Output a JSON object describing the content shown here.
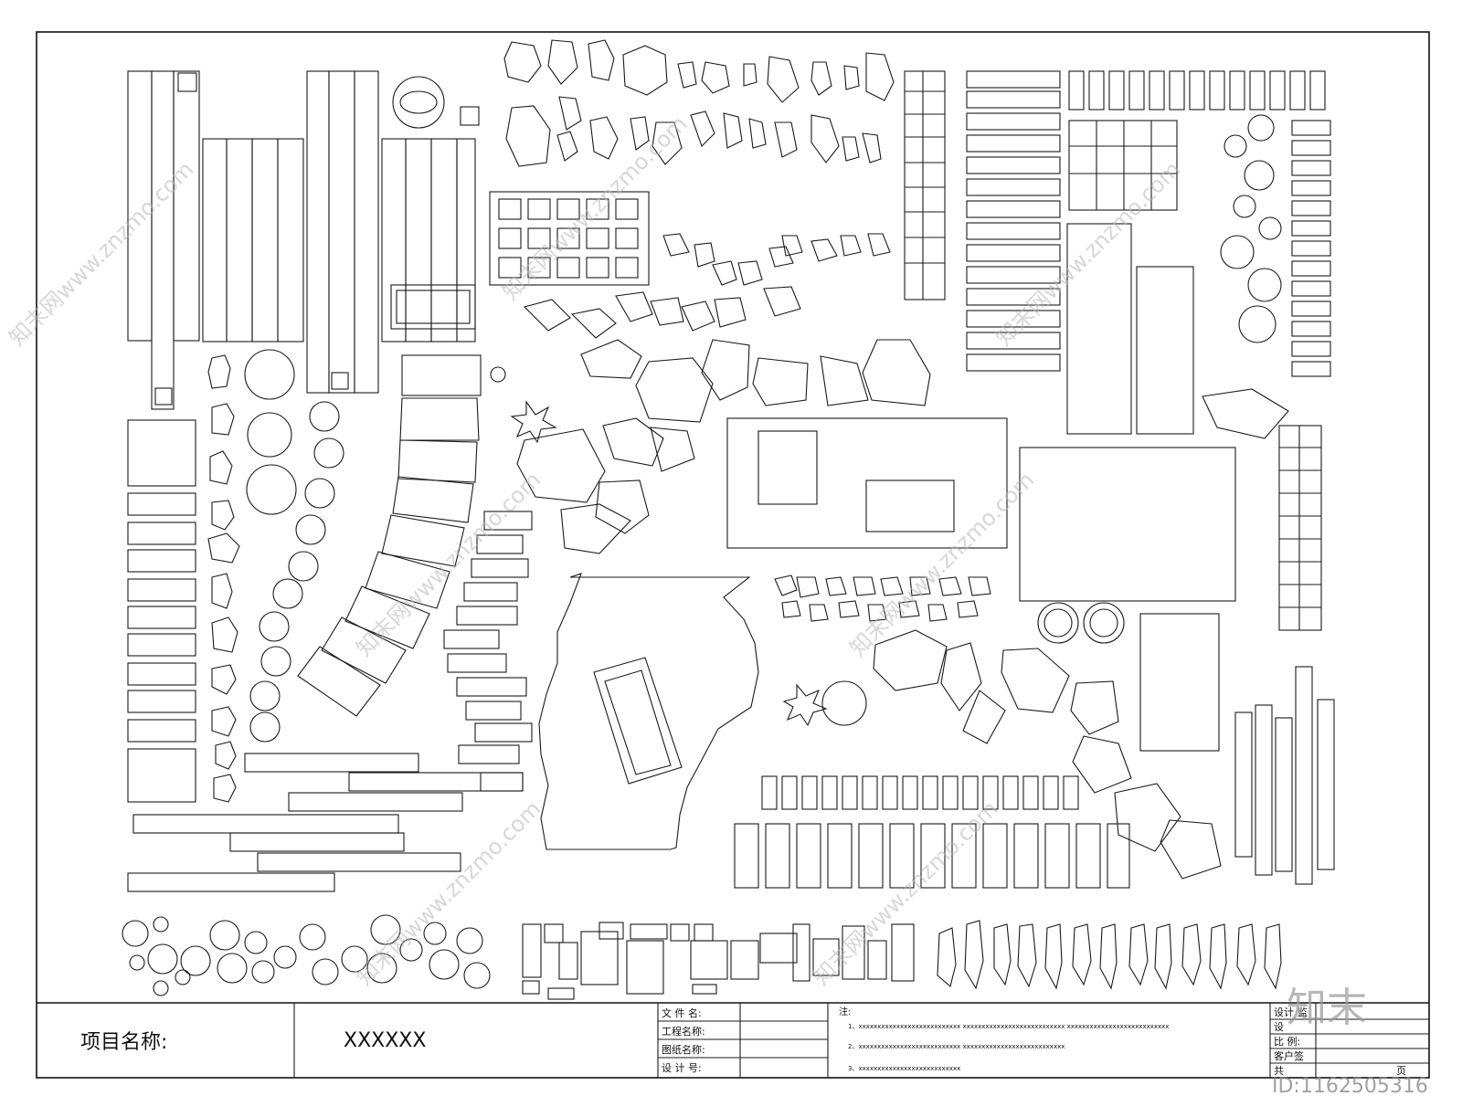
{
  "title_block": {
    "project_label": "项目名称:",
    "project_value": "XXXXXX",
    "fields": [
      "文 件 名:",
      "工程名称:",
      "图纸名称:",
      "设 计 号:"
    ],
    "notes_label": "注:",
    "notes": [
      "1、xxxxxxxxxxxxxxxxxxxxxxxxxxx    xxxxxxxxxxxxxxxxxxxxxxxxxxx    xxxxxxxxxxxxxxxxxxxxxxxxxxx",
      "2、xxxxxxxxxxxxxxxxxxxxxxxxxxx    xxxxxxxxxxxxxxxxxxxxxxxxxxx",
      "3、xxxxxxxxxxxxxxxxxxxxxxxxxxx"
    ],
    "right_fields": [
      "设计",
      "设",
      "比  例:",
      "客户签",
      "共"
    ],
    "right_extra": [
      "监",
      "页"
    ]
  },
  "watermark": {
    "site": "知末网www.znzmo.com",
    "logo": "知末",
    "id": "ID:1162505316"
  }
}
